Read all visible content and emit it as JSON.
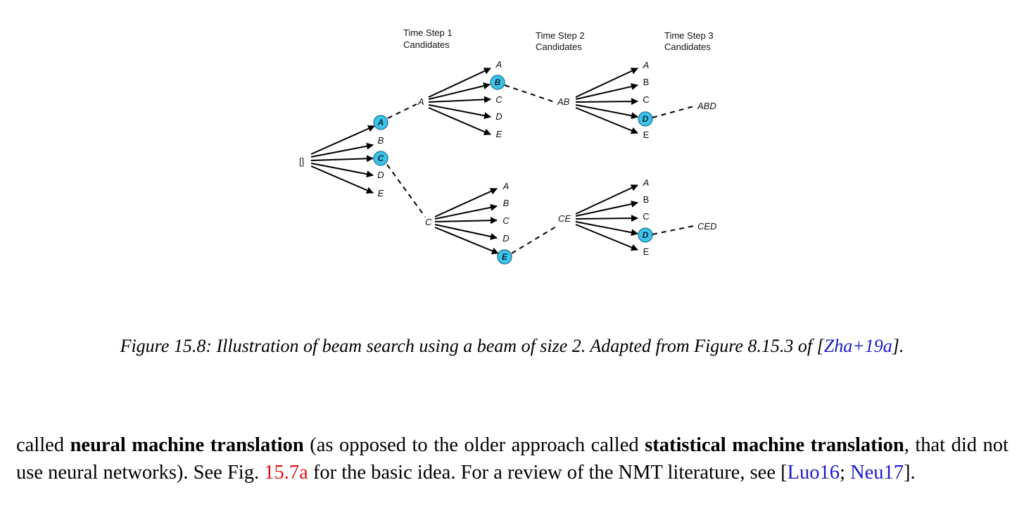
{
  "figure": {
    "headers": [
      {
        "line1": "Time Step 1",
        "line2": "Candidates"
      },
      {
        "line1": "Time Step 2",
        "line2": "Candidates"
      },
      {
        "line1": "Time Step 3",
        "line2": "Candidates"
      }
    ],
    "root_label": "[]",
    "step1_candidates": [
      "A",
      "B",
      "C",
      "D",
      "E"
    ],
    "step1_selected": [
      "A",
      "C"
    ],
    "step2_prefixes": [
      "A",
      "C"
    ],
    "step2_candidates": [
      "A",
      "B",
      "C",
      "D",
      "E"
    ],
    "step2_selected": [
      "B",
      "E"
    ],
    "step3_prefixes": [
      "AB",
      "CE"
    ],
    "step3_candidates": [
      "A",
      "B",
      "C",
      "D",
      "E"
    ],
    "step3_selected": [
      "D",
      "D"
    ],
    "final_sequences": [
      "ABD",
      "CED"
    ],
    "node_color": "#3cc3ea"
  },
  "caption": {
    "prefix": "Figure 15.8: Illustration of beam search using a beam of size 2. Adapted from Figure 8.15.3 of [",
    "cite": "Zha+19a",
    "suffix": "]."
  },
  "paragraph": {
    "t1": "called ",
    "b1": "neural machine translation",
    "t2": " (as opposed to the older approach called ",
    "b2": "statistical machine translation",
    "t3": ", that did not use neural networks). See Fig. ",
    "ref": "15.7a",
    "t4": " for the basic idea. For a review of the NMT literature, see [",
    "cite1": "Luo16",
    "sep": "; ",
    "cite2": "Neu17",
    "t5": "]."
  }
}
